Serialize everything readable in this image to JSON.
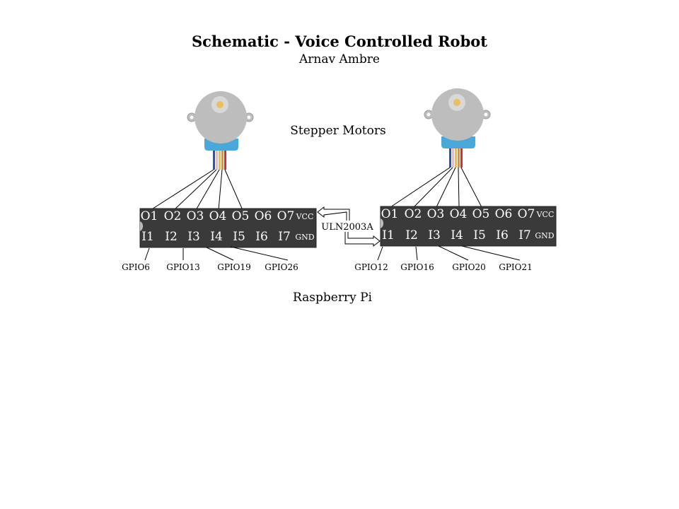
{
  "title": "Schematic - Voice Controlled Robot",
  "author": "Arnav Ambre",
  "motors_label": "Stepper Motors",
  "chip_label": "ULN2003A",
  "board_label": "Raspberry Pi",
  "colors": {
    "chip_fill": "#3a3a3a",
    "motor_gray": "#bdbdbd",
    "motor_shaft": "#e8c060",
    "motor_collar": "#4aa8d8",
    "wire_blue": "#2b4fc6",
    "wire_pink": "#f2b6c8",
    "wire_yellow": "#f0c030",
    "wire_orange": "#f08a2c",
    "wire_red": "#e02a2a"
  },
  "chips": [
    {
      "outputs": [
        "O1",
        "O2",
        "O3",
        "O4",
        "O5",
        "O6",
        "O7"
      ],
      "inputs": [
        "I1",
        "I2",
        "I3",
        "I4",
        "I5",
        "I6",
        "I7"
      ],
      "vcc": "VCC",
      "gnd": "GND",
      "gpio": [
        "GPIO6",
        "GPIO13",
        "GPIO19",
        "GPIO26"
      ]
    },
    {
      "outputs": [
        "O1",
        "O2",
        "O3",
        "O4",
        "O5",
        "O6",
        "O7"
      ],
      "inputs": [
        "I1",
        "I2",
        "I3",
        "I4",
        "I5",
        "I6",
        "I7"
      ],
      "vcc": "VCC",
      "gnd": "GND",
      "gpio": [
        "GPIO12",
        "GPIO16",
        "GPIO20",
        "GPIO21"
      ]
    }
  ]
}
